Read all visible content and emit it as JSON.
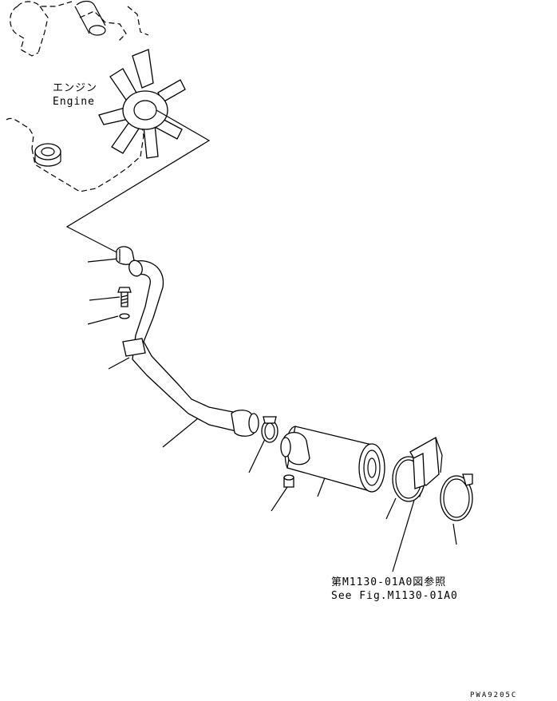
{
  "diagram": {
    "engine_label_jp": "エンジン",
    "engine_label_en": "Engine",
    "reference_label_jp": "第M1130-01A0図参照",
    "reference_label_en": "See Fig.M1130-01A0",
    "drawing_code": "PWA9205C"
  }
}
